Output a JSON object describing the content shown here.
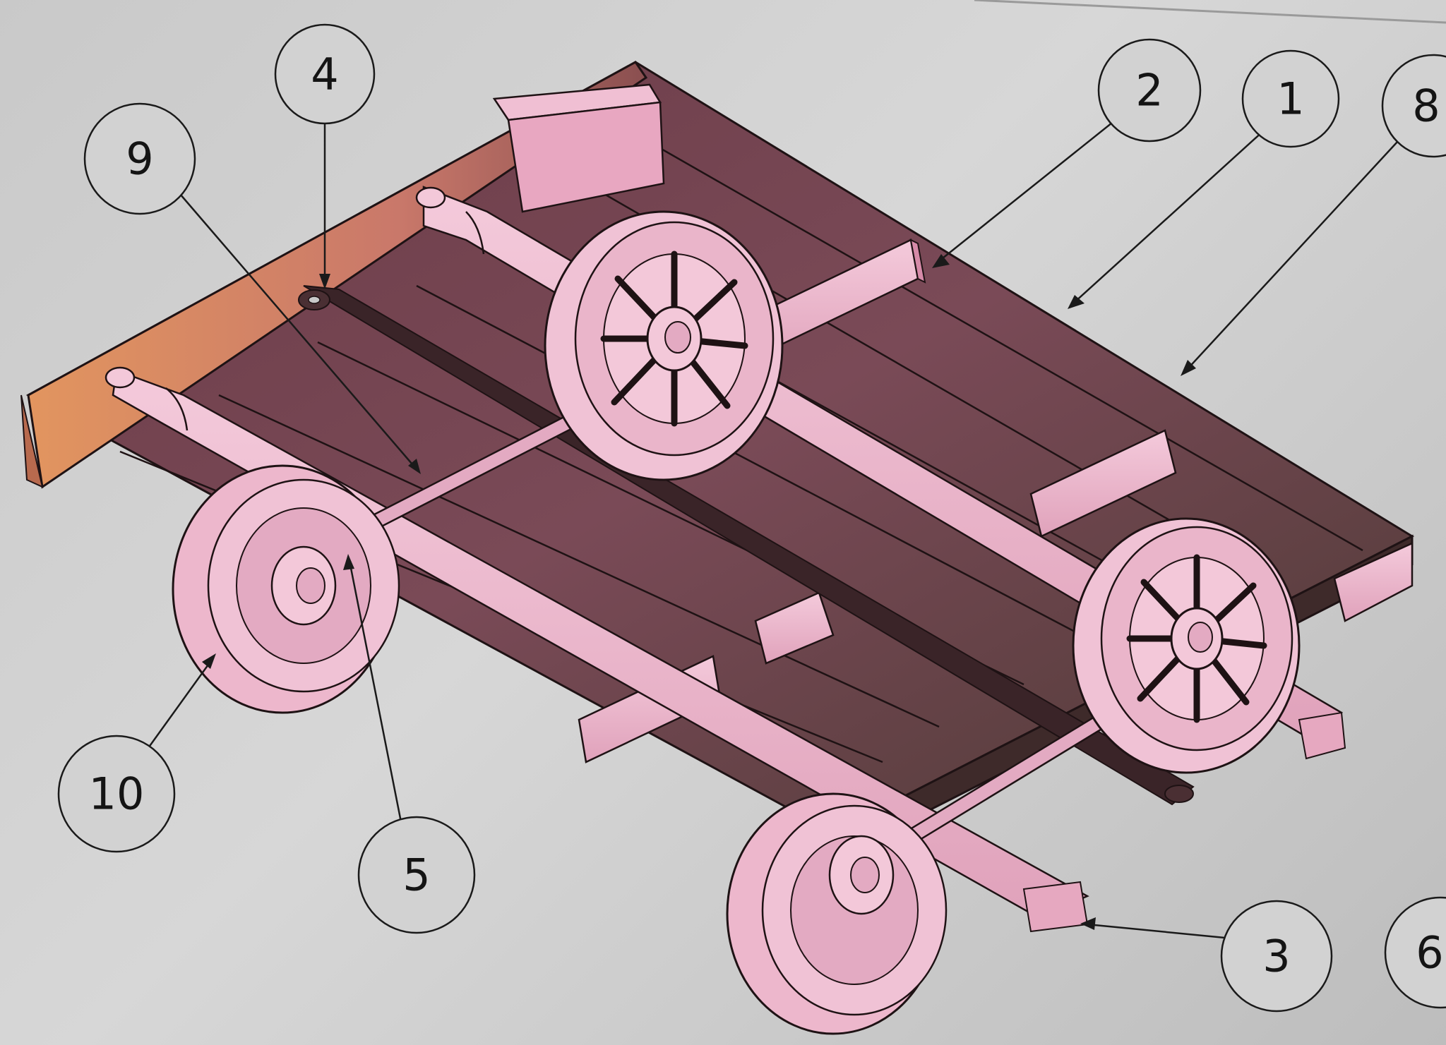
{
  "callouts": [
    {
      "id": "c1",
      "label": "1"
    },
    {
      "id": "c2",
      "label": "2"
    },
    {
      "id": "c3",
      "label": "3"
    },
    {
      "id": "c4",
      "label": "4"
    },
    {
      "id": "c5",
      "label": "5"
    },
    {
      "id": "c6",
      "label": "6"
    },
    {
      "id": "c8",
      "label": "8"
    },
    {
      "id": "c9",
      "label": "9"
    },
    {
      "id": "c10",
      "label": "10"
    }
  ],
  "colors": {
    "deck_dark": "#6a3f4a",
    "deck_mid": "#8a5868",
    "frame_pink": "#e9a9c4",
    "frame_light": "#f3c8d9",
    "wood_orange": "#d9905f",
    "strap": "#3a2428",
    "paper": "#cfcfcf"
  }
}
